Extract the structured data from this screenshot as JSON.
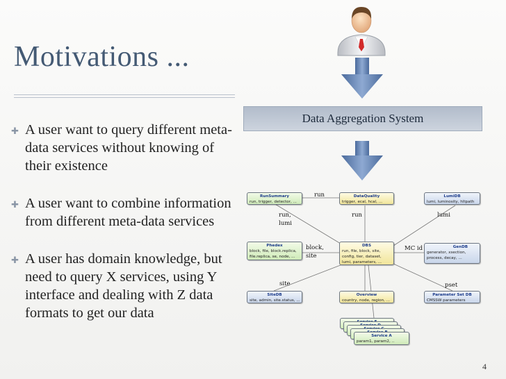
{
  "slide": {
    "title": "Motivations ...",
    "bullets": [
      "A user want to query different meta-data services without knowing of their existence",
      "A user want to combine information from different meta-data services",
      "A user has domain knowledge, but need to query X services, using Y interface and dealing with Z data formats to get our data"
    ],
    "bullet_marker": "✚",
    "page_number": "4"
  },
  "diagram": {
    "system_label": "Data Aggregation System",
    "services": {
      "runsummary": {
        "title": "RunSummary",
        "body": "run, trigger, detector, ..."
      },
      "dataquality": {
        "title": "DataQuality",
        "body": "trigger, ecal, hcal, ..."
      },
      "lumidb": {
        "title": "LumiDB",
        "body": "lumi, luminosity, hltpath"
      },
      "phedex": {
        "title": "Phedex",
        "body1": "block, file, block.replica,",
        "body2": "file.replica, se, node, ..."
      },
      "dbs": {
        "title": "DBS",
        "body1": "run, file, block, site,",
        "body2": "config, tier, dataset,",
        "body3": "lumi, parameters, ..."
      },
      "gendb": {
        "title": "GenDB",
        "body1": "generator, xsection,",
        "body2": "process, decay, ..."
      },
      "sitedb": {
        "title": "SiteDB",
        "body": "site, admin, site.status, ..."
      },
      "overview": {
        "title": "Overview",
        "body": "country, node, region, ..."
      },
      "paramset": {
        "title": "Parameter Set DB",
        "body": "CMSSW parameters"
      },
      "stack": [
        "Service E",
        "Service D",
        "Service C",
        "Service B"
      ],
      "service_a": {
        "title": "Service A",
        "body": "param1, param2, .."
      }
    },
    "links": {
      "run_top": "run",
      "run_lumi_1": "run,",
      "run_lumi_2": "lumi",
      "run_mid": "run",
      "lumi": "lumi",
      "block_site_1": "block,",
      "block_site_2": "site",
      "mc_id": "MC id",
      "site": "site",
      "pset": "pset"
    }
  },
  "colors": {
    "title": "#445a74",
    "arrow": "#5d7eae",
    "green_box": "#cfeab8",
    "yellow_box": "#f1e59a",
    "blue_box": "#c9d6ea"
  }
}
